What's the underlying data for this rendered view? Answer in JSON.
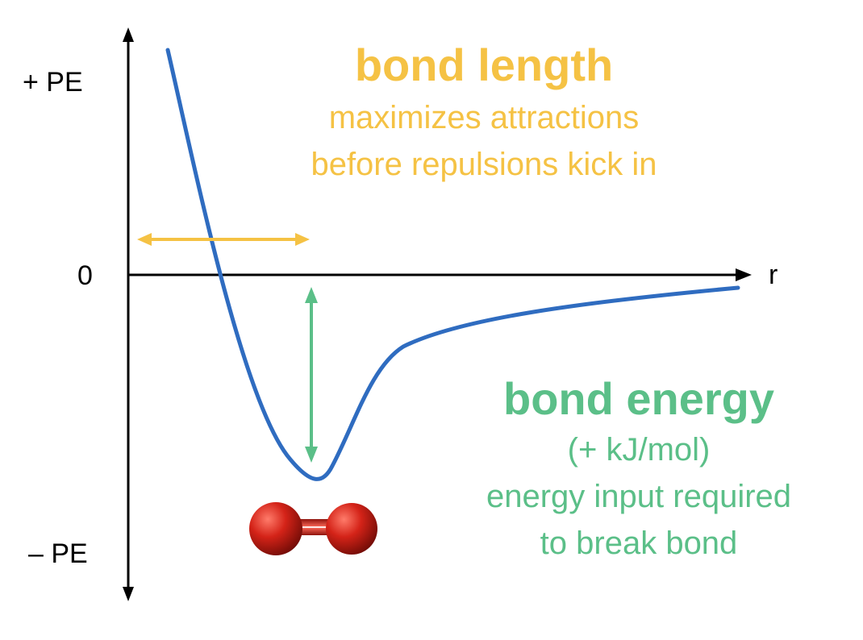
{
  "axes": {
    "y_top_label": "+ PE",
    "y_zero_label": "0",
    "y_bottom_label": "– PE",
    "x_label": "r"
  },
  "bond_length": {
    "title": "bond length",
    "lines": [
      "maximizes attractions",
      "before repulsions kick in"
    ],
    "color": "#F5C244"
  },
  "bond_energy": {
    "title": "bond energy",
    "lines": [
      "(+ kJ/mol)",
      "energy input required",
      "to break bond"
    ],
    "color": "#5BBF88"
  },
  "colors": {
    "curve": "#2F6CC0",
    "axis": "#000000",
    "atom": "#D42318"
  },
  "icons": {
    "molecule": "diatomic-molecule-icon"
  }
}
